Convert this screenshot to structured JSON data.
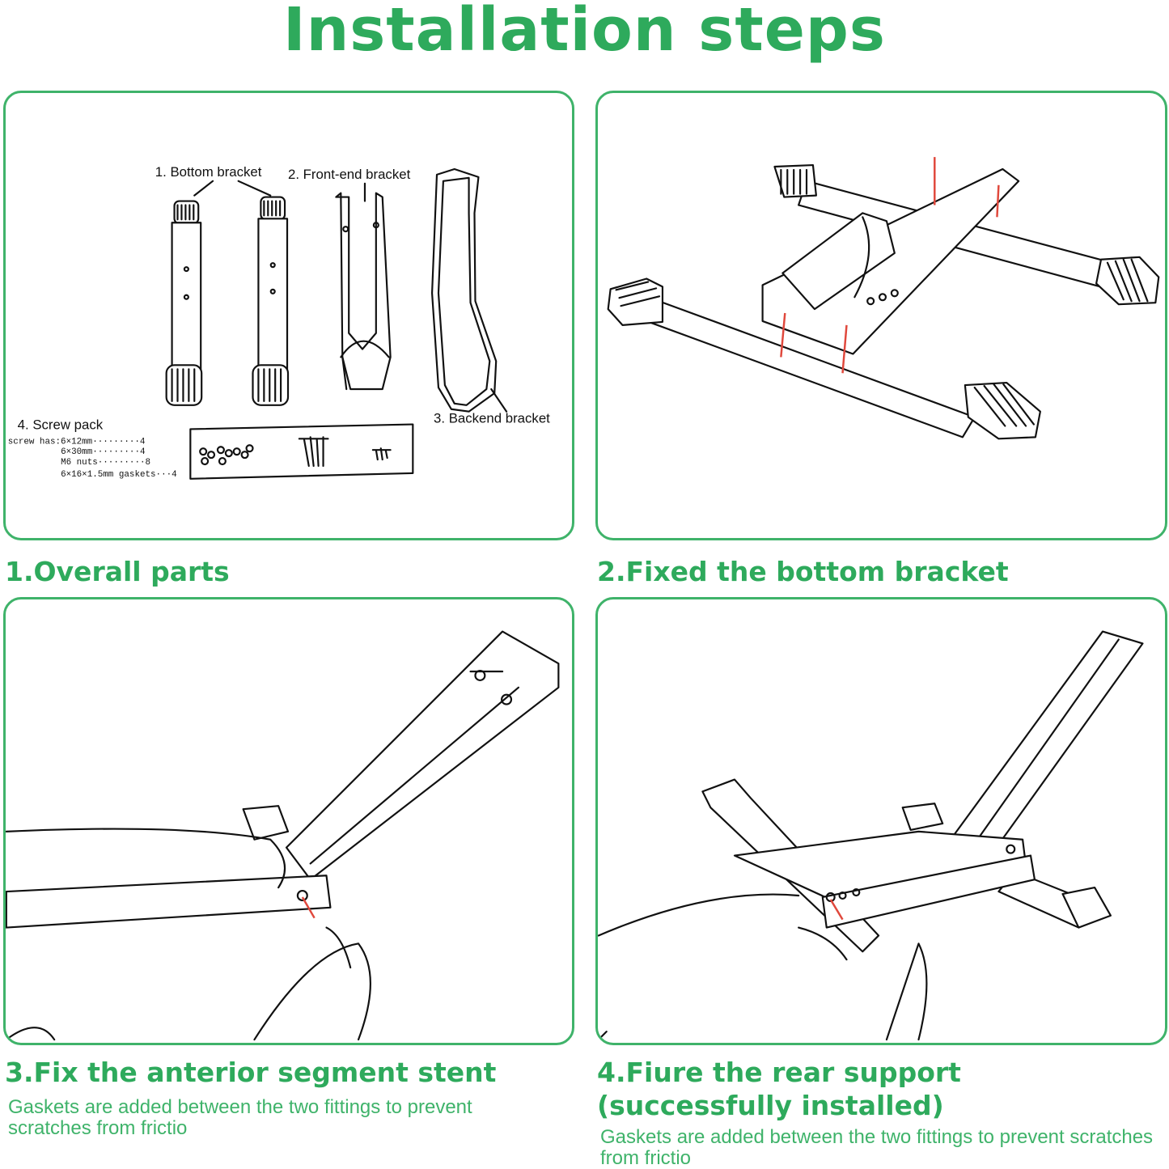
{
  "title": "Installation steps",
  "colors": {
    "accent": "#2eaa5c",
    "border": "#3fb36a",
    "screw": "#e0483c"
  },
  "steps": [
    {
      "caption": "1.Overall parts"
    },
    {
      "caption": "2.Fixed the bottom bracket"
    },
    {
      "caption": "3.Fix the anterior segment stent",
      "note": "Gaskets are added between the two fittings to prevent scratches from frictio"
    },
    {
      "caption": "4.Fiure the rear support (successfully installed)",
      "note": "Gaskets are added between the two fittings to prevent scratches from frictio"
    }
  ],
  "parts_diagram": {
    "bottom_bracket": "1. Bottom bracket",
    "front_end_bracket": "2. Front-end bracket",
    "backend_bracket": "3. Backend bracket",
    "screw_pack": "4. Screw pack",
    "screw_line_1": "screw has:6×12mm·········4",
    "screw_line_2": "6×30mm·········4",
    "screw_line_3": "M6 nuts·········8",
    "screw_line_4": "6×16×1.5mm gaskets···4"
  }
}
